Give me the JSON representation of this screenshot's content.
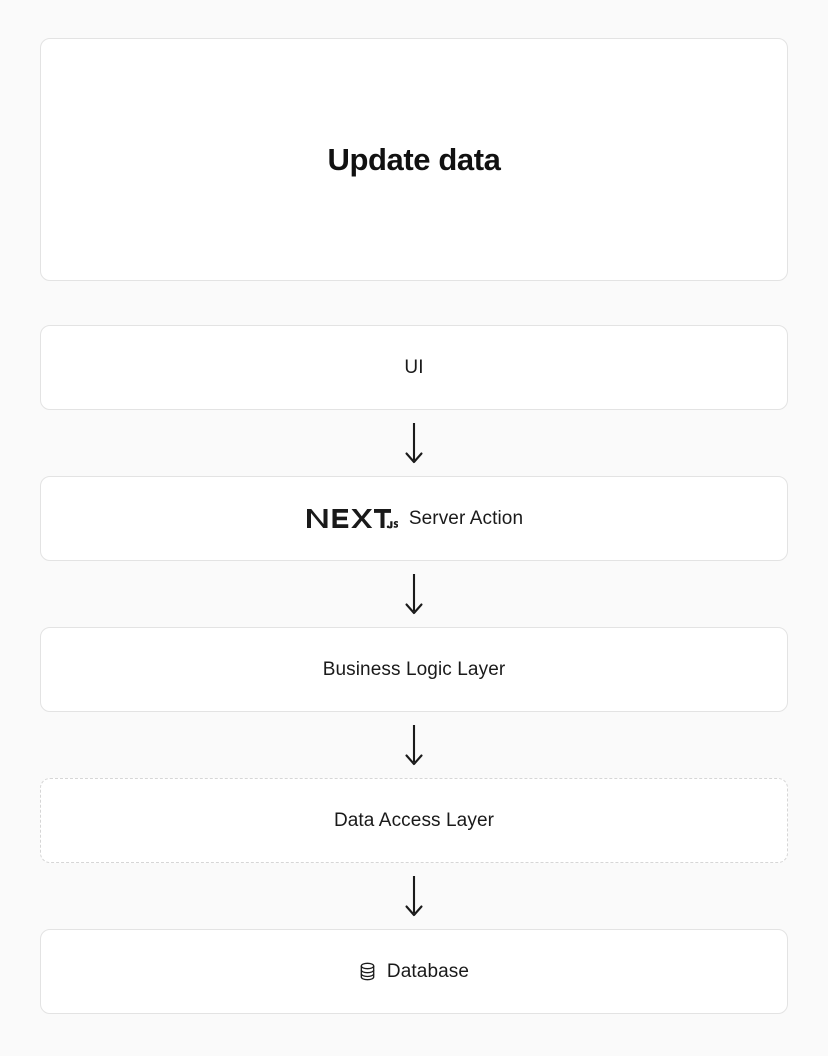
{
  "page": {
    "background_color": "#fafafa",
    "card_background_color": "#ffffff",
    "border_color": "#e3e3e3",
    "dashed_border_color": "#d6d6d6",
    "text_color": "#1a1a1a",
    "title_color": "#111111"
  },
  "title_card": {
    "text": "Update data"
  },
  "flow": {
    "nodes": [
      {
        "id": "ui",
        "label": "UI",
        "style": "solid",
        "icon": null
      },
      {
        "id": "server-action",
        "label": "Server Action",
        "style": "solid",
        "icon": "nextjs-logo",
        "icon_text": "NEXT",
        "icon_suffix": ".JS"
      },
      {
        "id": "business-logic-layer",
        "label": "Business Logic Layer",
        "style": "solid",
        "icon": null
      },
      {
        "id": "data-access-layer",
        "label": "Data Access Layer",
        "style": "dashed",
        "icon": null
      },
      {
        "id": "database",
        "label": "Database",
        "style": "solid",
        "icon": "database-icon"
      }
    ],
    "connectors": [
      {
        "from": "ui",
        "to": "server-action",
        "glyph": "down-arrow"
      },
      {
        "from": "server-action",
        "to": "business-logic-layer",
        "glyph": "down-arrow"
      },
      {
        "from": "business-logic-layer",
        "to": "data-access-layer",
        "glyph": "down-arrow"
      },
      {
        "from": "data-access-layer",
        "to": "database",
        "glyph": "down-arrow"
      }
    ]
  }
}
